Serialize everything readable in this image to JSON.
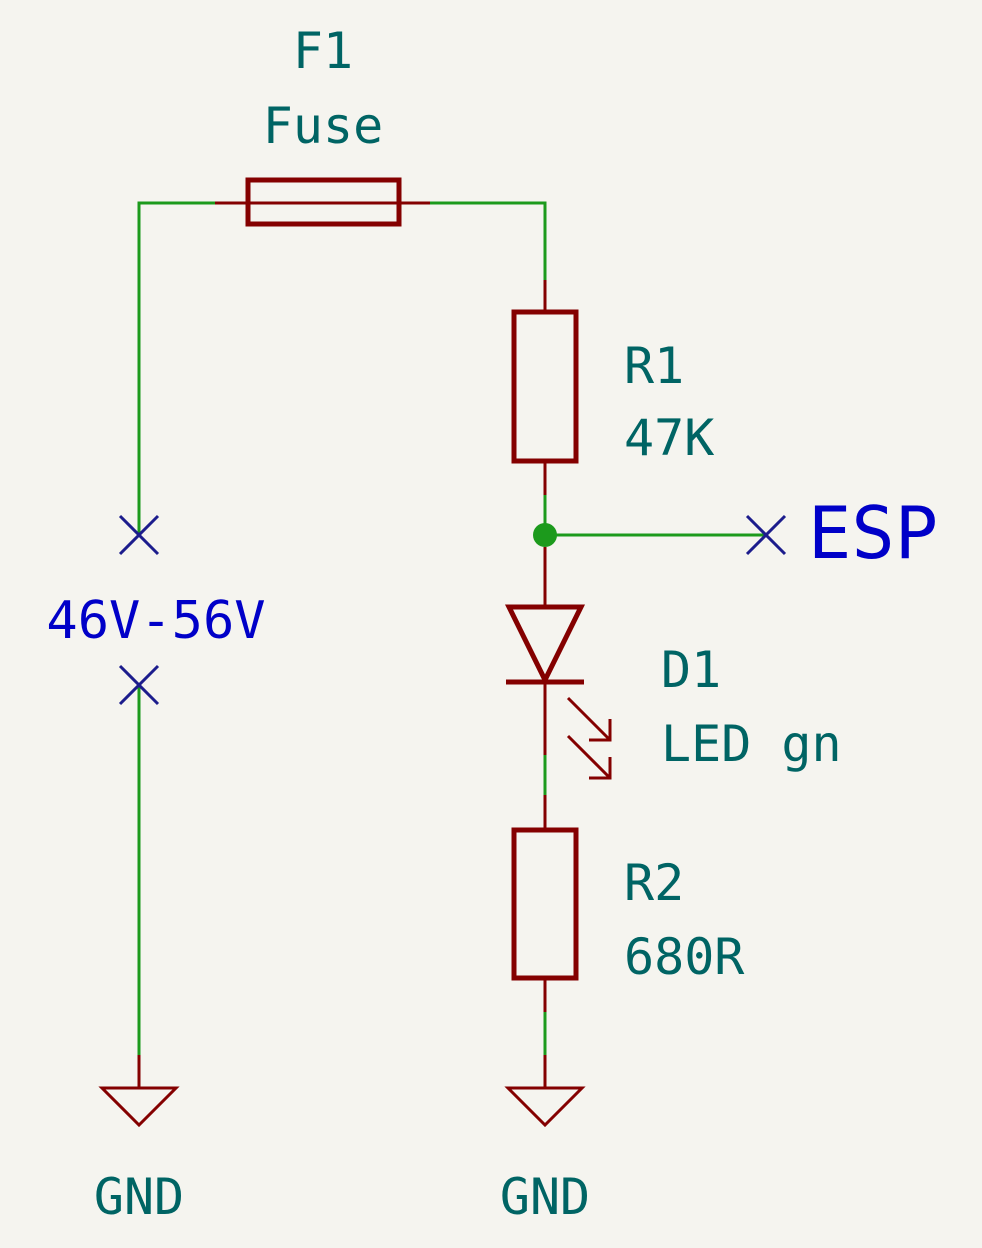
{
  "components": {
    "fuse": {
      "reference": "F1",
      "value": "Fuse"
    },
    "r1": {
      "reference": "R1",
      "value": "47K"
    },
    "led": {
      "reference": "D1",
      "value": "LED gn"
    },
    "r2": {
      "reference": "R2",
      "value": "680R"
    }
  },
  "labels": {
    "input": "46V-56V",
    "output": "ESP"
  },
  "power": {
    "gnd_left": "GND",
    "gnd_right": "GND"
  },
  "colors": {
    "background": "#f5f4ef",
    "wire": "#1c9a1c",
    "component": "#840000",
    "reference_text": "#006464",
    "net_label": "#0000c8",
    "no_connect": "#1c1c8c"
  }
}
